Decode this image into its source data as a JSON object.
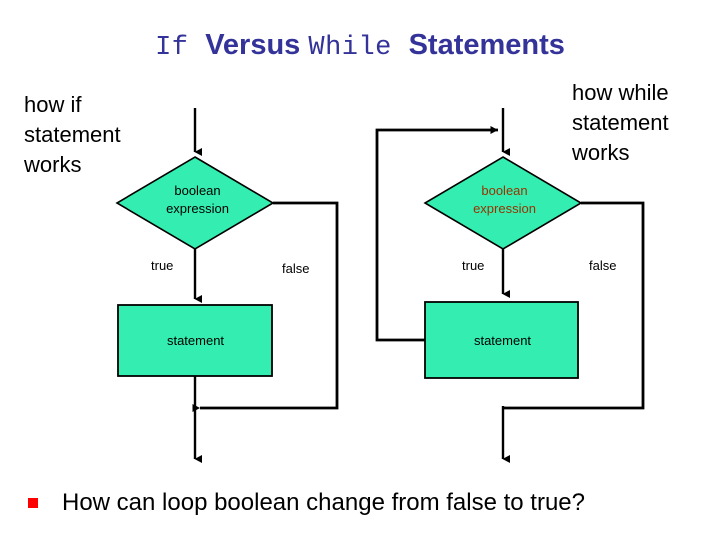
{
  "slide": {
    "background_color": "#ffffff",
    "title": {
      "part1": "If ",
      "part2": "Versus ",
      "part3": "While ",
      "part4": "Statements",
      "color": "#333399",
      "full_text": "If Versus While Statements"
    },
    "captions": {
      "left": "how if statement works",
      "right": "how while statement works"
    },
    "bullet": {
      "marker": "square-bullet",
      "marker_color": "#ff0000",
      "text": "How can loop boolean change from false to true?"
    }
  },
  "colors": {
    "shape_fill": "#33eeb0",
    "shape_stroke": "#000000",
    "title_blue": "#333399",
    "maroon_text": "#993300",
    "bullet_red": "#ff0000",
    "black": "#000000"
  },
  "flowcharts": {
    "if_flow": {
      "name": "if-statement-flowchart",
      "decision": {
        "label_line1": "boolean",
        "label_line2": "expression",
        "text_color": "#000000"
      },
      "branches": {
        "true_label": "true",
        "false_label": "false"
      },
      "process": {
        "label": "statement"
      }
    },
    "while_flow": {
      "name": "while-statement-flowchart",
      "decision": {
        "label_line1": "boolean",
        "label_line2": "expression",
        "text_color": "#993300"
      },
      "branches": {
        "true_label": "true",
        "false_label": "false"
      },
      "process": {
        "label": "statement"
      }
    }
  }
}
